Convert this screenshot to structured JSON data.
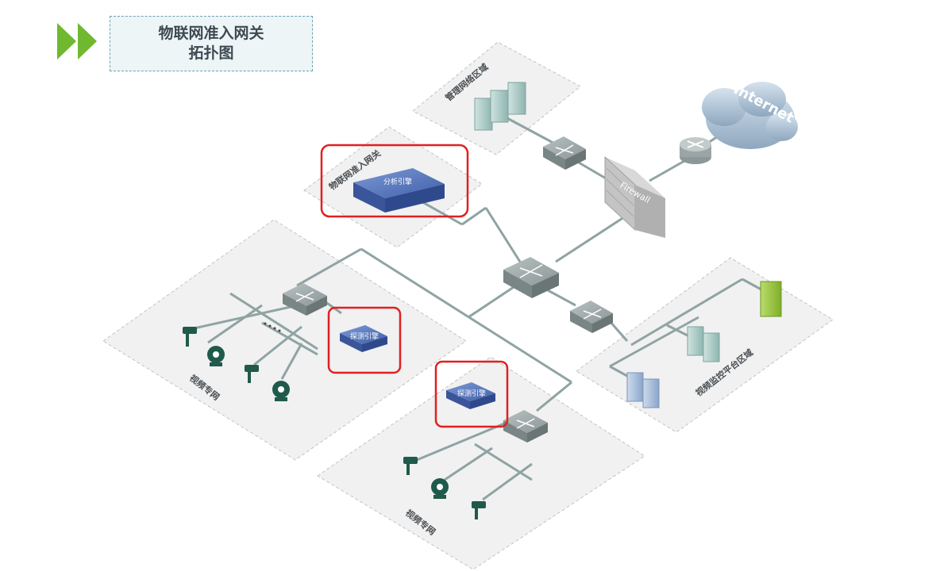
{
  "title": {
    "line1": "物联网准入网关",
    "line2": "拓扑图"
  },
  "zones": {
    "management": "管理网络区域",
    "gateway": "物联网准入网关",
    "video_private_left": "视频专网",
    "video_private_bottom": "视频专网",
    "video_monitor_platform": "视频监控平台区域"
  },
  "devices": {
    "internet": "Internet",
    "firewall": "Firewall",
    "analysis_engine": "分析引擎",
    "probe_engine_left": "探测引擎",
    "probe_engine_bottom": "探测引擎"
  },
  "colors": {
    "arrow_green": "#6fb82f",
    "highlight_red": "#e02020",
    "link_gray": "#8fa3a3",
    "engine_blue": "#4a6fb5",
    "camera_green": "#1f5a4a"
  }
}
